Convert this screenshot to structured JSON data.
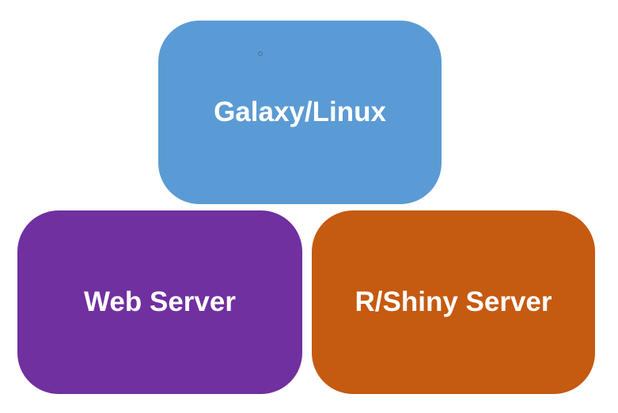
{
  "diagram": {
    "nodes": [
      {
        "label": "Galaxy/Linux",
        "color": "#5B9BD5"
      },
      {
        "label": "Web Server",
        "color": "#7030A0"
      },
      {
        "label": "R/Shiny Server",
        "color": "#C55A11"
      }
    ]
  }
}
